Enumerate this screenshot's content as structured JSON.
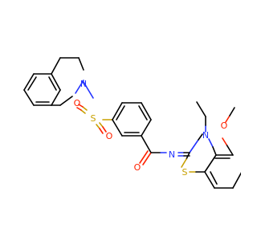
{
  "atoms": {
    "n_isoquinoline": "N",
    "o_sulfonyl_up": "O",
    "s_sulfonyl": "S",
    "o_sulfonyl_down": "O",
    "o_carbonyl": "O",
    "n_imine": "N",
    "n_thiazole": "N",
    "s_thiazole": "S",
    "o_methoxy": "O"
  },
  "colors": {
    "carbon": "#000000",
    "nitrogen": "#2233ff",
    "oxygen": "#ff2200",
    "sulfur": "#c8a000"
  }
}
